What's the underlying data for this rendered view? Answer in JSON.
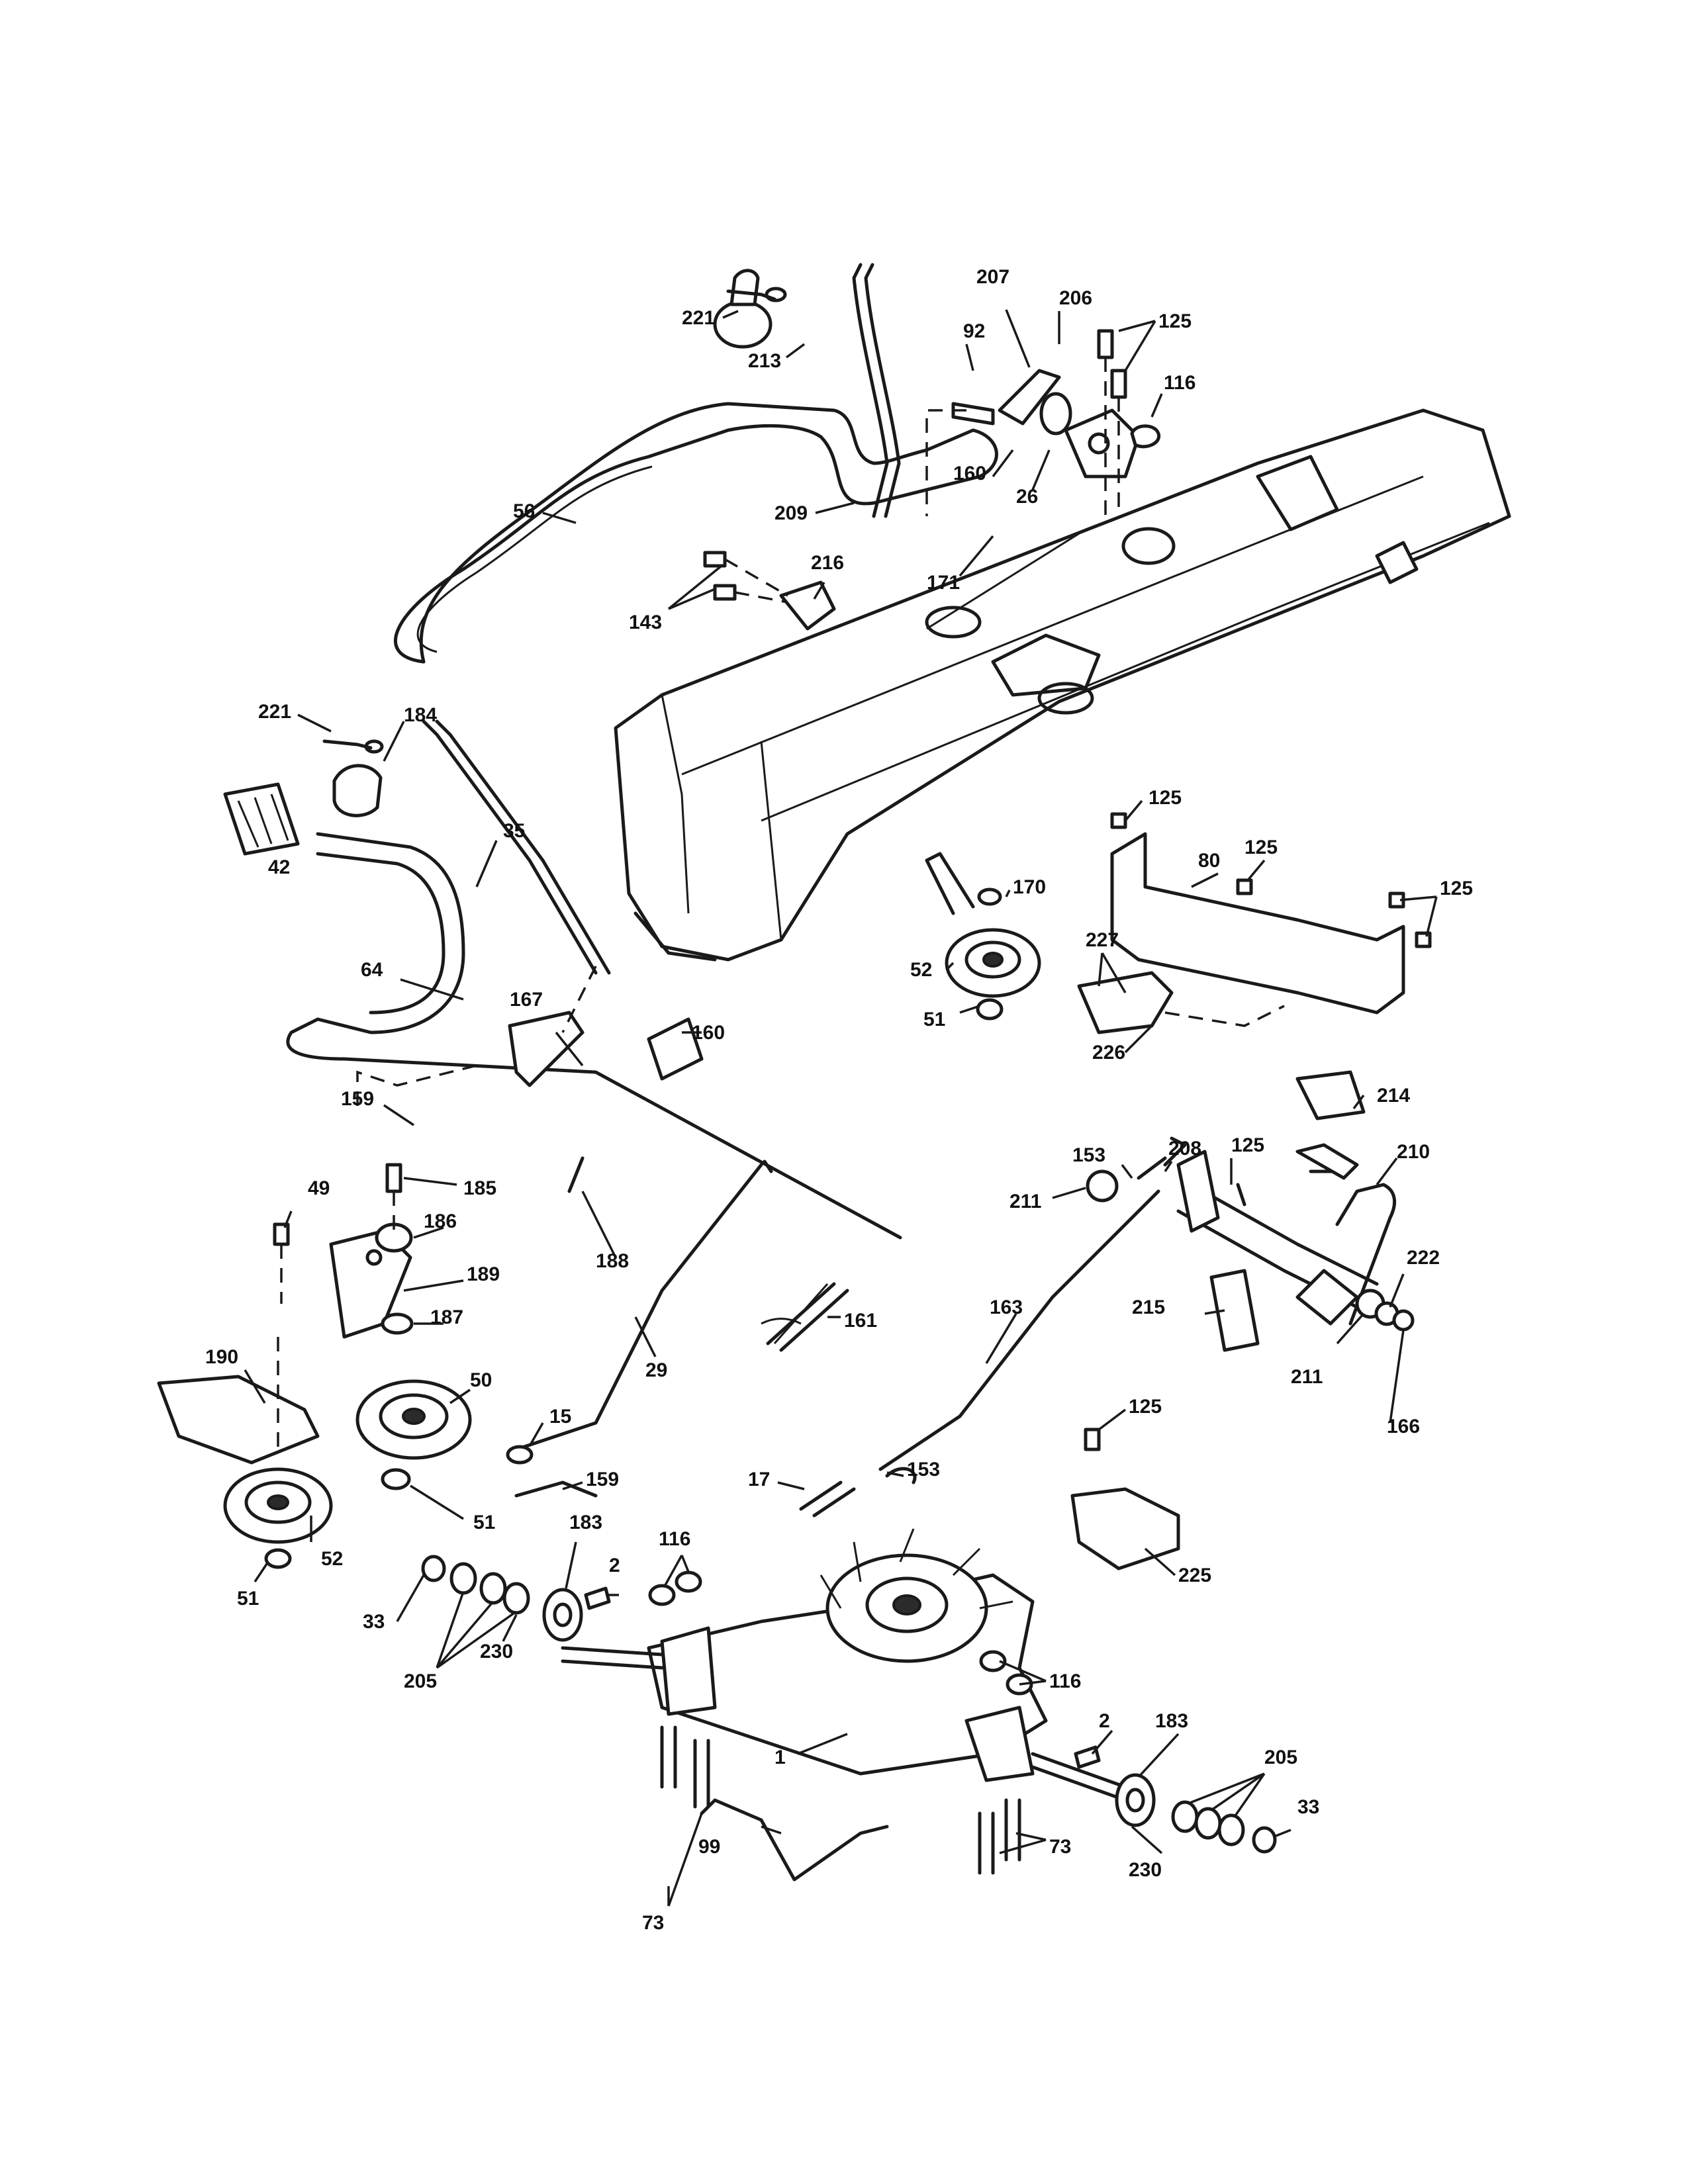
{
  "diagram": {
    "labels": [
      "221",
      "213",
      "207",
      "92",
      "206",
      "125",
      "116",
      "160",
      "26",
      "56",
      "209",
      "171",
      "216",
      "143",
      "221",
      "184",
      "35",
      "42",
      "64",
      "167",
      "160",
      "159",
      "170",
      "52",
      "51",
      "125",
      "80",
      "125",
      "125",
      "227",
      "226",
      "185",
      "186",
      "189",
      "187",
      "49",
      "188",
      "29",
      "161",
      "190",
      "50",
      "15",
      "159",
      "51",
      "52",
      "51",
      "17",
      "153",
      "163",
      "215",
      "153",
      "208",
      "125",
      "211",
      "210",
      "214",
      "222",
      "211",
      "166",
      "125",
      "225",
      "183",
      "116",
      "2",
      "33",
      "205",
      "230",
      "116",
      "183",
      "2",
      "205",
      "33",
      "73",
      "1",
      "99",
      "230",
      "73"
    ],
    "colors": {
      "line": "#1a1a1a",
      "background": "#ffffff"
    }
  }
}
